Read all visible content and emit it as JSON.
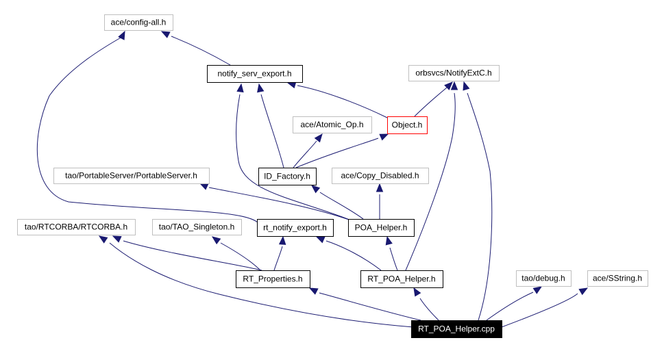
{
  "colors": {
    "edge": "#191970",
    "box_border_gray": "#bfbfbf",
    "box_border_black": "#000000",
    "box_border_red": "#ff0000",
    "root_fill": "#000000",
    "root_text": "#ffffff",
    "text": "#000000"
  },
  "nodes": [
    {
      "id": "config_all",
      "label": "ace/config-all.h",
      "style": "gray"
    },
    {
      "id": "notify_serv_export",
      "label": "notify_serv_export.h",
      "style": "black"
    },
    {
      "id": "notifyextc",
      "label": "orbsvcs/NotifyExtC.h",
      "style": "gray"
    },
    {
      "id": "atomic_op",
      "label": "ace/Atomic_Op.h",
      "style": "gray"
    },
    {
      "id": "object",
      "label": "Object.h",
      "style": "red"
    },
    {
      "id": "portable_server",
      "label": "tao/PortableServer/PortableServer.h",
      "style": "gray"
    },
    {
      "id": "id_factory",
      "label": "ID_Factory.h",
      "style": "black"
    },
    {
      "id": "copy_disabled",
      "label": "ace/Copy_Disabled.h",
      "style": "gray"
    },
    {
      "id": "rtcorba",
      "label": "tao/RTCORBA/RTCORBA.h",
      "style": "gray"
    },
    {
      "id": "tao_singleton",
      "label": "tao/TAO_Singleton.h",
      "style": "gray"
    },
    {
      "id": "rt_notify_export",
      "label": "rt_notify_export.h",
      "style": "black"
    },
    {
      "id": "poa_helper",
      "label": "POA_Helper.h",
      "style": "black"
    },
    {
      "id": "rt_properties",
      "label": "RT_Properties.h",
      "style": "black"
    },
    {
      "id": "rt_poa_helper_h",
      "label": "RT_POA_Helper.h",
      "style": "black"
    },
    {
      "id": "tao_debug",
      "label": "tao/debug.h",
      "style": "gray"
    },
    {
      "id": "sstring",
      "label": "ace/SString.h",
      "style": "gray"
    },
    {
      "id": "rt_poa_helper_cpp",
      "label": "RT_POA_Helper.cpp",
      "style": "root"
    }
  ],
  "edges": [
    {
      "from": "notify_serv_export",
      "to": "config_all"
    },
    {
      "from": "rt_notify_export",
      "to": "config_all"
    },
    {
      "from": "object",
      "to": "notify_serv_export"
    },
    {
      "from": "id_factory",
      "to": "notify_serv_export"
    },
    {
      "from": "poa_helper",
      "to": "notify_serv_export"
    },
    {
      "from": "object",
      "to": "notifyextc"
    },
    {
      "from": "rt_poa_helper_h",
      "to": "notifyextc"
    },
    {
      "from": "rt_poa_helper_cpp",
      "to": "notifyextc"
    },
    {
      "from": "id_factory",
      "to": "atomic_op"
    },
    {
      "from": "id_factory",
      "to": "object"
    },
    {
      "from": "poa_helper",
      "to": "portable_server"
    },
    {
      "from": "poa_helper",
      "to": "id_factory"
    },
    {
      "from": "poa_helper",
      "to": "copy_disabled"
    },
    {
      "from": "rt_properties",
      "to": "rtcorba"
    },
    {
      "from": "rt_poa_helper_cpp",
      "to": "rtcorba"
    },
    {
      "from": "rt_properties",
      "to": "tao_singleton"
    },
    {
      "from": "rt_properties",
      "to": "rt_notify_export"
    },
    {
      "from": "rt_poa_helper_h",
      "to": "rt_notify_export"
    },
    {
      "from": "rt_poa_helper_h",
      "to": "poa_helper"
    },
    {
      "from": "rt_poa_helper_cpp",
      "to": "rt_properties"
    },
    {
      "from": "rt_poa_helper_cpp",
      "to": "rt_poa_helper_h"
    },
    {
      "from": "rt_poa_helper_cpp",
      "to": "tao_debug"
    },
    {
      "from": "rt_poa_helper_cpp",
      "to": "sstring"
    }
  ]
}
